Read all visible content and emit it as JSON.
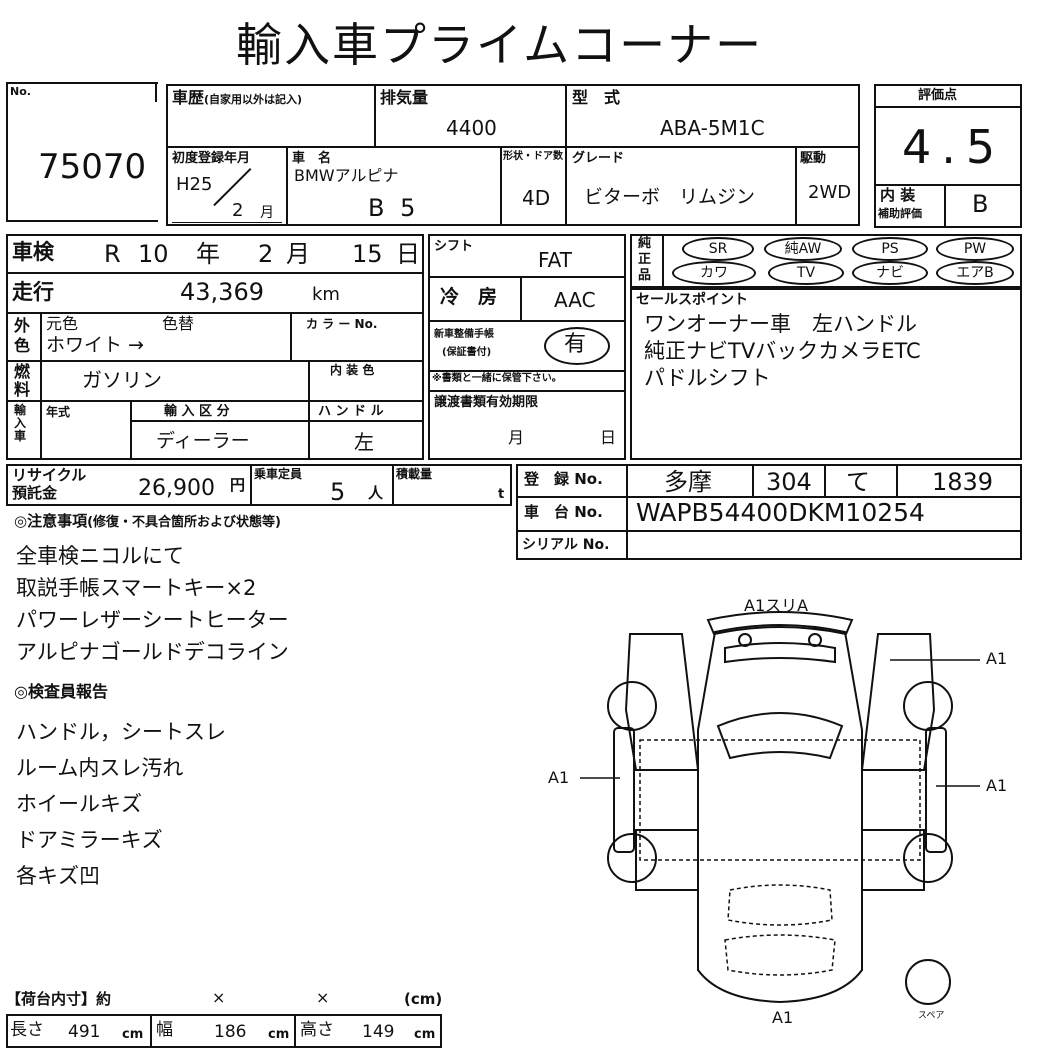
{
  "title": "輸入車プライムコーナー",
  "lot": {
    "label": "No.",
    "number": "75070"
  },
  "history": {
    "label": "車歴",
    "sub": "(自家用以外は記入)"
  },
  "displacement": {
    "label": "排気量",
    "value": "4400"
  },
  "model_code": {
    "label": "型　式",
    "value": "ABA-5M1C"
  },
  "score": {
    "label": "評価点",
    "value": "4.5"
  },
  "interior_score": {
    "label1": "内 装",
    "label2": "補助評価",
    "value": "B"
  },
  "first_reg": {
    "label": "初度登録年月",
    "year": "H25",
    "month": "2",
    "month_unit": "月"
  },
  "car_name": {
    "label": "車　名",
    "maker": "BMWアルピナ",
    "model": "B 5"
  },
  "body": {
    "label": "形状・ドア数",
    "value": "4D"
  },
  "grade": {
    "label": "グレード",
    "value": "ビターボ　リムジン"
  },
  "drive": {
    "label": "駆動",
    "value": "2WD"
  },
  "inspection": {
    "label": "車検",
    "era": "R",
    "year": "10",
    "year_unit": "年",
    "month": "2",
    "month_unit": "月",
    "day": "15",
    "day_unit": "日"
  },
  "shift": {
    "label": "シフト",
    "value": "FAT"
  },
  "mileage": {
    "label": "走行",
    "value": "43,369",
    "unit": "km"
  },
  "ac": {
    "label": "冷　房",
    "value": "AAC"
  },
  "genuine": {
    "label": "純正品",
    "items": [
      "SR",
      "純AW",
      "PS",
      "PW",
      "カワ",
      "TV",
      "ナビ",
      "エアB"
    ]
  },
  "exterior_color": {
    "label1": "外",
    "label2": "色",
    "orig_label": "元色",
    "change_label": "色替",
    "value": "ホワイト →",
    "code_label": "カ ラ ー No."
  },
  "warranty": {
    "label1": "新車整備手帳",
    "label2": "(保証書付)",
    "value": "有",
    "note": "※書類と一緒に保管下さい。"
  },
  "sales_points": {
    "label": "セールスポイント",
    "lines": [
      "ワンオーナー車　左ハンドル",
      "純正ナビTVバックカメラETC",
      "パドルシフト"
    ]
  },
  "fuel": {
    "label1": "燃",
    "label2": "料",
    "value": "ガソリン",
    "interior_color_label": "内 装 色"
  },
  "import_info": {
    "label": "輸入車",
    "year_label": "年式",
    "class_label": "輸 入 区 分",
    "class_value": "ディーラー",
    "handle_label": "ハ ン ド ル",
    "handle_value": "左"
  },
  "transfer": {
    "label": "譲渡書類有効期限",
    "month_unit": "月",
    "day_unit": "日"
  },
  "recycle": {
    "label1": "リサイクル",
    "label2": "預託金",
    "value": "26,900",
    "unit": "円"
  },
  "capacity": {
    "label": "乗車定員",
    "value": "5",
    "unit": "人"
  },
  "load": {
    "label": "積載量",
    "unit": "t"
  },
  "registration": {
    "label": "登　録 No.",
    "region": "多摩",
    "class": "304",
    "kana": "て",
    "number": "1839"
  },
  "chassis": {
    "label": "車　台 No.",
    "value": "WAPB54400DKM10254"
  },
  "serial": {
    "label": "シリアル No."
  },
  "notes": {
    "label": "◎注意事項",
    "sub": "(修復・不具合箇所および状態等)",
    "lines": [
      "全車検ニコルにて",
      "取説手帳スマートキー×2",
      "パワーレザーシートヒーター",
      "アルピナゴールドデコライン"
    ]
  },
  "inspector": {
    "label": "◎検査員報告",
    "lines": [
      "ハンドル，シートスレ",
      "ルーム内スレ汚れ",
      "ホイールキズ",
      "ドアミラーキズ",
      "各キズ凹"
    ]
  },
  "diagram": {
    "top": "A1スリA",
    "right_front": "A1",
    "left_side": "A1",
    "right_side": "A1",
    "rear": "A1",
    "spare": "スペア"
  },
  "cargo": {
    "label": "【荷台内寸】約",
    "x1": "×",
    "x2": "×",
    "unit_label": "(cm)",
    "length_label": "長さ",
    "length": "491",
    "width_label": "幅",
    "width": "186",
    "height_label": "高さ",
    "height": "149",
    "cm": "cm"
  }
}
